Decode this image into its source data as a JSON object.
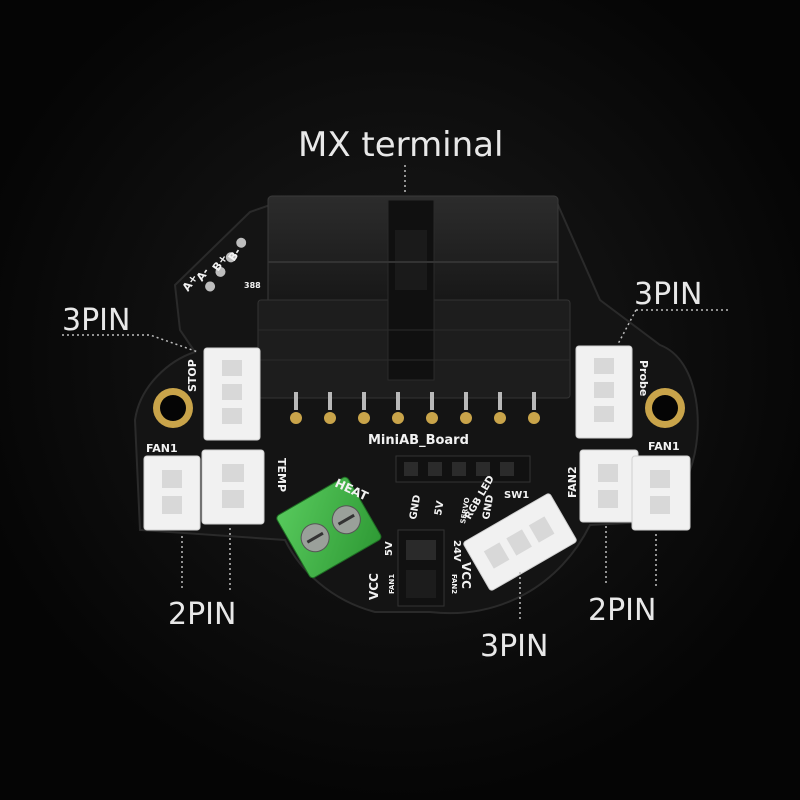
{
  "callouts": {
    "mx_terminal": "MX terminal",
    "left_3pin": "3PIN",
    "right_3pin": "3PIN",
    "bottom_3pin": "3PIN",
    "left_2pin": "2PIN",
    "right_2pin": "2PIN"
  },
  "board": {
    "name": "MiniAB_Board",
    "stepper_pins": [
      "A+",
      "A-",
      "B+",
      "B-"
    ],
    "small_mark": "388",
    "endstop": "STOP",
    "fan1_left": "FAN1",
    "temp": "TEMP",
    "heat": "HEAT",
    "probe": "Probe",
    "fan1_right": "FAN1",
    "fan2": "FAN2",
    "header_pins": [
      "GND",
      "5V",
      "SERVO",
      "GND",
      "SW1"
    ],
    "rgb": "RGB LED",
    "vcc_left": "VCC",
    "v5": "5V",
    "fan1_jumper": "FAN1",
    "v24": "24V",
    "fan2_jumper": "FAN2",
    "vcc_right": "VCC"
  },
  "colors": {
    "background": "#050505",
    "pcb": "#141414",
    "connector_white": "#f1f1f1",
    "terminal_green": "#3cb043",
    "gold_ring": "#c9a44a"
  }
}
